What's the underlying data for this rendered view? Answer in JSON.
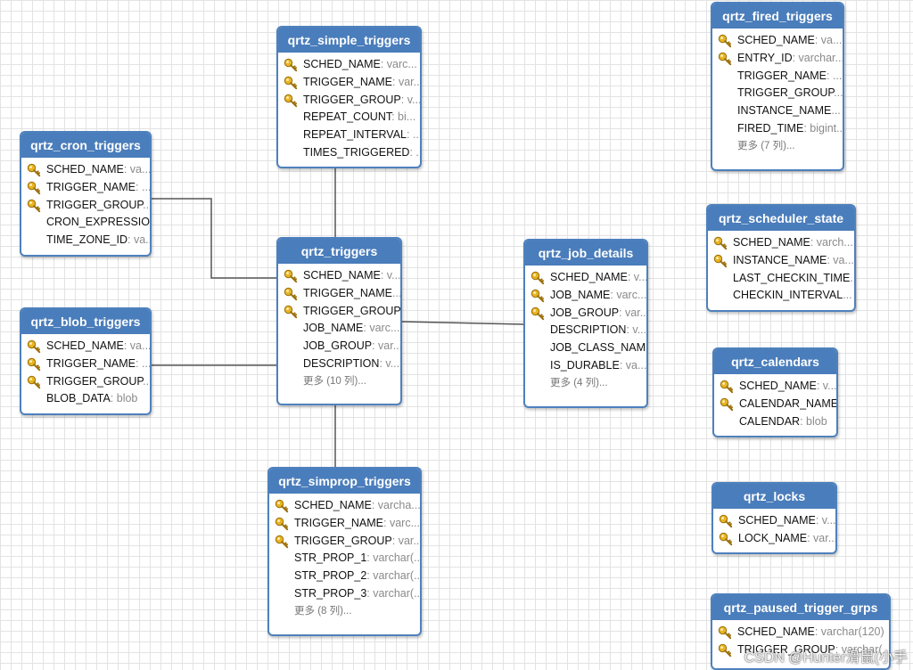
{
  "tables": [
    {
      "id": "qrtz_simple_triggers",
      "name": "qrtz_simple_triggers",
      "columns": [
        {
          "name": "SCHED_NAME",
          "type": ": varc...",
          "key": true
        },
        {
          "name": "TRIGGER_NAME",
          "type": ": var...",
          "key": true
        },
        {
          "name": "TRIGGER_GROUP",
          "type": ": v...",
          "key": true
        },
        {
          "name": "REPEAT_COUNT",
          "type": ": bi...",
          "key": false
        },
        {
          "name": "REPEAT_INTERVAL",
          "type": ": ...",
          "key": false
        },
        {
          "name": "TIMES_TRIGGERED",
          "type": ": ...",
          "key": false
        }
      ],
      "more": ""
    },
    {
      "id": "qrtz_cron_triggers",
      "name": "qrtz_cron_triggers",
      "columns": [
        {
          "name": "SCHED_NAME",
          "type": ": va...",
          "key": true
        },
        {
          "name": "TRIGGER_NAME",
          "type": ": ...",
          "key": true
        },
        {
          "name": "TRIGGER_GROUP",
          "type": "...",
          "key": true
        },
        {
          "name": "CRON_EXPRESSION",
          "type": "",
          "key": false
        },
        {
          "name": "TIME_ZONE_ID",
          "type": ": va...",
          "key": false
        }
      ],
      "more": ""
    },
    {
      "id": "qrtz_triggers",
      "name": "qrtz_triggers",
      "columns": [
        {
          "name": "SCHED_NAME",
          "type": ": v...",
          "key": true
        },
        {
          "name": "TRIGGER_NAME",
          "type": "...",
          "key": true
        },
        {
          "name": "TRIGGER_GROUP",
          "type": "...",
          "key": true
        },
        {
          "name": "JOB_NAME",
          "type": ": varc...",
          "key": false
        },
        {
          "name": "JOB_GROUP",
          "type": ": var...",
          "key": false
        },
        {
          "name": "DESCRIPTION",
          "type": ": v...",
          "key": false
        }
      ],
      "more": "更多 (10 列)..."
    },
    {
      "id": "qrtz_blob_triggers",
      "name": "qrtz_blob_triggers",
      "columns": [
        {
          "name": "SCHED_NAME",
          "type": ": va...",
          "key": true
        },
        {
          "name": "TRIGGER_NAME",
          "type": ": ...",
          "key": true
        },
        {
          "name": "TRIGGER_GROUP",
          "type": "...",
          "key": true
        },
        {
          "name": "BLOB_DATA",
          "type": ": blob",
          "key": false
        }
      ],
      "more": ""
    },
    {
      "id": "qrtz_job_details",
      "name": "qrtz_job_details",
      "columns": [
        {
          "name": "SCHED_NAME",
          "type": ": v...",
          "key": true
        },
        {
          "name": "JOB_NAME",
          "type": ": varc...",
          "key": true
        },
        {
          "name": "JOB_GROUP",
          "type": ": var...",
          "key": true
        },
        {
          "name": "DESCRIPTION",
          "type": ": v...",
          "key": false
        },
        {
          "name": "JOB_CLASS_NAME",
          "type": "",
          "key": false
        },
        {
          "name": "IS_DURABLE",
          "type": ": va...",
          "key": false
        }
      ],
      "more": "更多 (4 列)..."
    },
    {
      "id": "qrtz_simprop_triggers",
      "name": "qrtz_simprop_triggers",
      "columns": [
        {
          "name": "SCHED_NAME",
          "type": ": varcha...",
          "key": true
        },
        {
          "name": "TRIGGER_NAME",
          "type": ": varc...",
          "key": true
        },
        {
          "name": "TRIGGER_GROUP",
          "type": ": var...",
          "key": true
        },
        {
          "name": "STR_PROP_1",
          "type": ": varchar(...",
          "key": false
        },
        {
          "name": "STR_PROP_2",
          "type": ": varchar(...",
          "key": false
        },
        {
          "name": "STR_PROP_3",
          "type": ": varchar(...",
          "key": false
        }
      ],
      "more": "更多 (8 列)..."
    },
    {
      "id": "qrtz_fired_triggers",
      "name": "qrtz_fired_triggers",
      "columns": [
        {
          "name": "SCHED_NAME",
          "type": ": va...",
          "key": true
        },
        {
          "name": "ENTRY_ID",
          "type": ": varchar...",
          "key": true
        },
        {
          "name": "TRIGGER_NAME",
          "type": ": ...",
          "key": false
        },
        {
          "name": "TRIGGER_GROUP",
          "type": "...",
          "key": false
        },
        {
          "name": "INSTANCE_NAME",
          "type": "...",
          "key": false
        },
        {
          "name": "FIRED_TIME",
          "type": ": bigint...",
          "key": false
        }
      ],
      "more": "更多 (7 列)..."
    },
    {
      "id": "qrtz_scheduler_state",
      "name": "qrtz_scheduler_state",
      "columns": [
        {
          "name": "SCHED_NAME",
          "type": ": varch...",
          "key": true
        },
        {
          "name": "INSTANCE_NAME",
          "type": ": va...",
          "key": true
        },
        {
          "name": "LAST_CHECKIN_TIME",
          "type": "...",
          "key": false
        },
        {
          "name": "CHECKIN_INTERVAL",
          "type": "...",
          "key": false
        }
      ],
      "more": ""
    },
    {
      "id": "qrtz_calendars",
      "name": "qrtz_calendars",
      "columns": [
        {
          "name": "SCHED_NAME",
          "type": ": v...",
          "key": true
        },
        {
          "name": "CALENDAR_NAME",
          "type": "",
          "key": true
        },
        {
          "name": "CALENDAR",
          "type": ": blob",
          "key": false
        }
      ],
      "more": ""
    },
    {
      "id": "qrtz_locks",
      "name": "qrtz_locks",
      "columns": [
        {
          "name": "SCHED_NAME",
          "type": ": v...",
          "key": true
        },
        {
          "name": "LOCK_NAME",
          "type": ": var...",
          "key": true
        }
      ],
      "more": ""
    },
    {
      "id": "qrtz_paused_trigger_grps",
      "name": "qrtz_paused_trigger_grps",
      "columns": [
        {
          "name": "SCHED_NAME",
          "type": ": varchar(120)",
          "key": true
        },
        {
          "name": "TRIGGER_GROUP",
          "type": ": varchar(...",
          "key": true
        }
      ],
      "more": ""
    }
  ],
  "watermark": "CSDN @Hunter滑鼠(小手",
  "colors": {
    "header": "#4a7dbb",
    "border": "#4e81bd",
    "line": "#555555",
    "key_fill": "#e8b424"
  }
}
